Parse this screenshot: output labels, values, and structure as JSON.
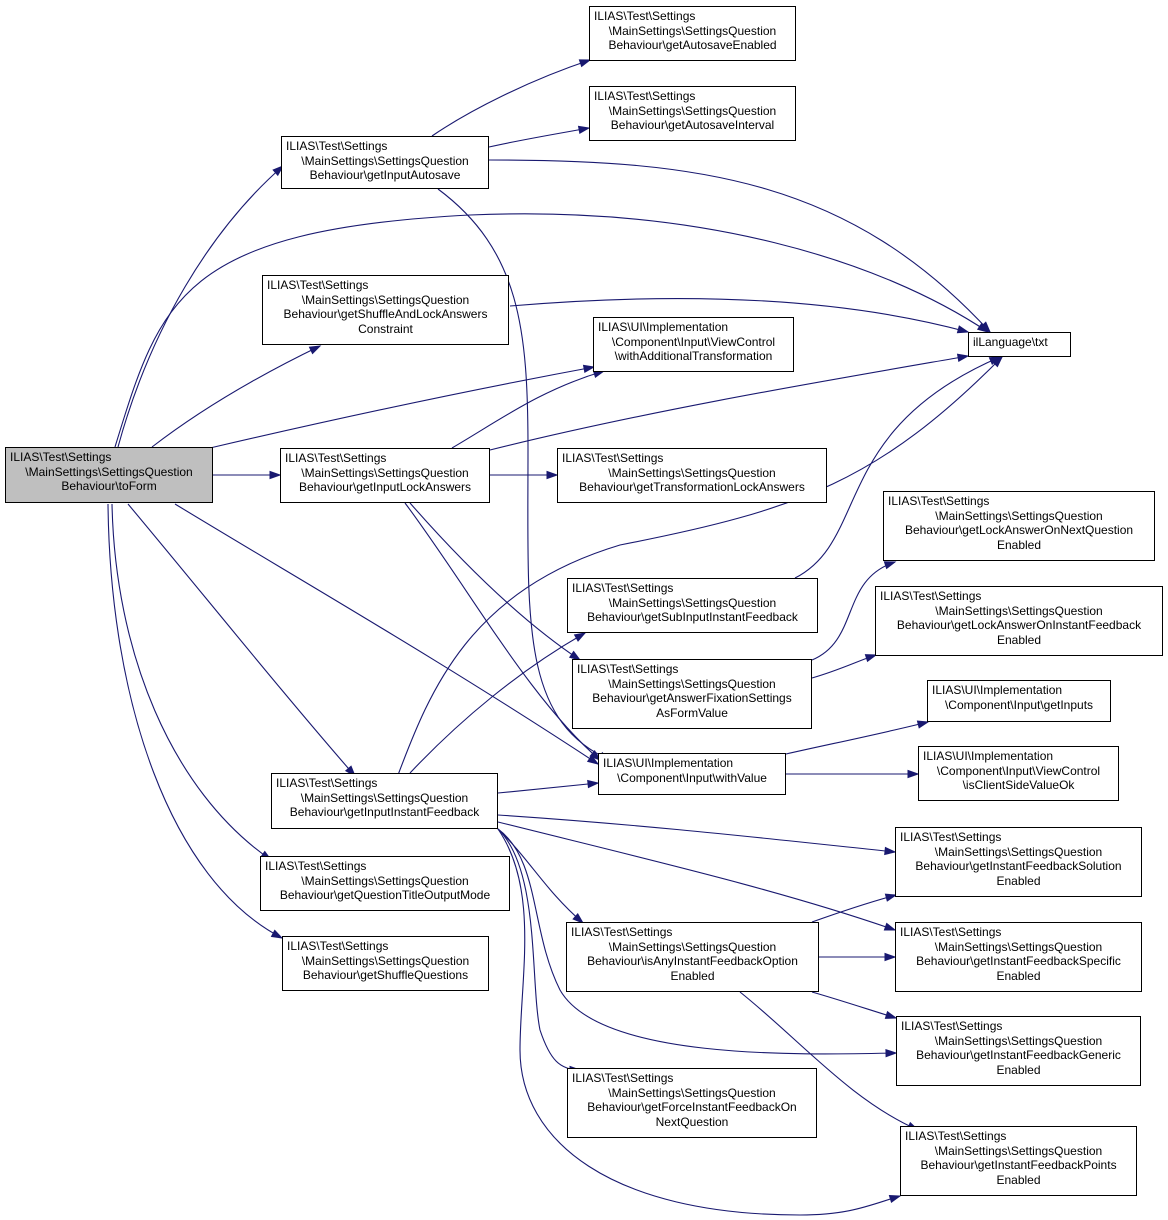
{
  "colors": {
    "edge": "#191970",
    "root_fill": "#bfbfbf",
    "node_fill": "#ffffff",
    "border": "#000000"
  },
  "nodes": [
    {
      "id": "toForm",
      "root": true,
      "lines": [
        "ILIAS\\Test\\Settings",
        "\\MainSettings\\SettingsQuestion",
        "Behaviour\\toForm"
      ]
    },
    {
      "id": "getInputAutosave",
      "lines": [
        "ILIAS\\Test\\Settings",
        "\\MainSettings\\SettingsQuestion",
        "Behaviour\\getInputAutosave"
      ]
    },
    {
      "id": "getAutosaveEnabled",
      "lines": [
        "ILIAS\\Test\\Settings",
        "\\MainSettings\\SettingsQuestion",
        "Behaviour\\getAutosaveEnabled"
      ]
    },
    {
      "id": "getAutosaveInterval",
      "lines": [
        "ILIAS\\Test\\Settings",
        "\\MainSettings\\SettingsQuestion",
        "Behaviour\\getAutosaveInterval"
      ]
    },
    {
      "id": "getShuffleAndLockAnswersConstraint",
      "lines": [
        "ILIAS\\Test\\Settings",
        "\\MainSettings\\SettingsQuestion",
        "Behaviour\\getShuffleAndLockAnswers",
        "Constraint"
      ]
    },
    {
      "id": "ilLanguageTxt",
      "lines": [
        "ilLanguage\\txt"
      ]
    },
    {
      "id": "withAdditionalTransformation",
      "lines": [
        "ILIAS\\UI\\Implementation",
        "\\Component\\Input\\ViewControl",
        "\\withAdditionalTransformation"
      ]
    },
    {
      "id": "getInputLockAnswers",
      "lines": [
        "ILIAS\\Test\\Settings",
        "\\MainSettings\\SettingsQuestion",
        "Behaviour\\getInputLockAnswers"
      ]
    },
    {
      "id": "getTransformationLockAnswers",
      "lines": [
        "ILIAS\\Test\\Settings",
        "\\MainSettings\\SettingsQuestion",
        "Behaviour\\getTransformationLockAnswers"
      ]
    },
    {
      "id": "getLockAnswerOnNextQuestionEnabled",
      "lines": [
        "ILIAS\\Test\\Settings",
        "\\MainSettings\\SettingsQuestion",
        "Behaviour\\getLockAnswerOnNextQuestion",
        "Enabled"
      ]
    },
    {
      "id": "getSubInputInstantFeedback",
      "lines": [
        "ILIAS\\Test\\Settings",
        "\\MainSettings\\SettingsQuestion",
        "Behaviour\\getSubInputInstantFeedback"
      ]
    },
    {
      "id": "getLockAnswerOnInstantFeedbackEnabled",
      "lines": [
        "ILIAS\\Test\\Settings",
        "\\MainSettings\\SettingsQuestion",
        "Behaviour\\getLockAnswerOnInstantFeedback",
        "Enabled"
      ]
    },
    {
      "id": "getAnswerFixationSettingsAsFormValue",
      "lines": [
        "ILIAS\\Test\\Settings",
        "\\MainSettings\\SettingsQuestion",
        "Behaviour\\getAnswerFixationSettings",
        "AsFormValue"
      ]
    },
    {
      "id": "getInputs",
      "lines": [
        "ILIAS\\UI\\Implementation",
        "\\Component\\Input\\getInputs"
      ]
    },
    {
      "id": "withValue",
      "lines": [
        "ILIAS\\UI\\Implementation",
        "\\Component\\Input\\withValue"
      ]
    },
    {
      "id": "isClientSideValueOk",
      "lines": [
        "ILIAS\\UI\\Implementation",
        "\\Component\\Input\\ViewControl",
        "\\isClientSideValueOk"
      ]
    },
    {
      "id": "getInputInstantFeedback",
      "lines": [
        "ILIAS\\Test\\Settings",
        "\\MainSettings\\SettingsQuestion",
        "Behaviour\\getInputInstantFeedback"
      ]
    },
    {
      "id": "getInstantFeedbackSolutionEnabled",
      "lines": [
        "ILIAS\\Test\\Settings",
        "\\MainSettings\\SettingsQuestion",
        "Behaviour\\getInstantFeedbackSolution",
        "Enabled"
      ]
    },
    {
      "id": "getQuestionTitleOutputMode",
      "lines": [
        "ILIAS\\Test\\Settings",
        "\\MainSettings\\SettingsQuestion",
        "Behaviour\\getQuestionTitleOutputMode"
      ]
    },
    {
      "id": "isAnyInstantFeedbackOptionEnabled",
      "lines": [
        "ILIAS\\Test\\Settings",
        "\\MainSettings\\SettingsQuestion",
        "Behaviour\\isAnyInstantFeedbackOption",
        "Enabled"
      ]
    },
    {
      "id": "getInstantFeedbackSpecificEnabled",
      "lines": [
        "ILIAS\\Test\\Settings",
        "\\MainSettings\\SettingsQuestion",
        "Behaviour\\getInstantFeedbackSpecific",
        "Enabled"
      ]
    },
    {
      "id": "getShuffleQuestions",
      "lines": [
        "ILIAS\\Test\\Settings",
        "\\MainSettings\\SettingsQuestion",
        "Behaviour\\getShuffleQuestions"
      ]
    },
    {
      "id": "getInstantFeedbackGenericEnabled",
      "lines": [
        "ILIAS\\Test\\Settings",
        "\\MainSettings\\SettingsQuestion",
        "Behaviour\\getInstantFeedbackGeneric",
        "Enabled"
      ]
    },
    {
      "id": "getForceInstantFeedbackOnNextQuestion",
      "lines": [
        "ILIAS\\Test\\Settings",
        "\\MainSettings\\SettingsQuestion",
        "Behaviour\\getForceInstantFeedbackOn",
        "NextQuestion"
      ]
    },
    {
      "id": "getInstantFeedbackPointsEnabled",
      "lines": [
        "ILIAS\\Test\\Settings",
        "\\MainSettings\\SettingsQuestion",
        "Behaviour\\getInstantFeedbackPoints",
        "Enabled"
      ]
    }
  ],
  "edges": [
    [
      "toForm",
      "getInputAutosave"
    ],
    [
      "toForm",
      "getShuffleAndLockAnswersConstraint"
    ],
    [
      "toForm",
      "withAdditionalTransformation"
    ],
    [
      "toForm",
      "ilLanguageTxt"
    ],
    [
      "toForm",
      "getInputLockAnswers"
    ],
    [
      "toForm",
      "withValue"
    ],
    [
      "toForm",
      "getInputInstantFeedback"
    ],
    [
      "toForm",
      "getQuestionTitleOutputMode"
    ],
    [
      "toForm",
      "getShuffleQuestions"
    ],
    [
      "getInputAutosave",
      "getAutosaveEnabled"
    ],
    [
      "getInputAutosave",
      "getAutosaveInterval"
    ],
    [
      "getInputAutosave",
      "ilLanguageTxt"
    ],
    [
      "getInputAutosave",
      "withValue"
    ],
    [
      "getShuffleAndLockAnswersConstraint",
      "ilLanguageTxt"
    ],
    [
      "getInputLockAnswers",
      "withAdditionalTransformation"
    ],
    [
      "getInputLockAnswers",
      "ilLanguageTxt"
    ],
    [
      "getInputLockAnswers",
      "getTransformationLockAnswers"
    ],
    [
      "getInputLockAnswers",
      "getAnswerFixationSettingsAsFormValue"
    ],
    [
      "getInputLockAnswers",
      "withValue"
    ],
    [
      "getSubInputInstantFeedback",
      "ilLanguageTxt"
    ],
    [
      "getAnswerFixationSettingsAsFormValue",
      "getLockAnswerOnNextQuestionEnabled"
    ],
    [
      "getAnswerFixationSettingsAsFormValue",
      "getLockAnswerOnInstantFeedbackEnabled"
    ],
    [
      "withValue",
      "getInputs"
    ],
    [
      "withValue",
      "isClientSideValueOk"
    ],
    [
      "getInputInstantFeedback",
      "ilLanguageTxt"
    ],
    [
      "getInputInstantFeedback",
      "getSubInputInstantFeedback"
    ],
    [
      "getInputInstantFeedback",
      "withValue"
    ],
    [
      "getInputInstantFeedback",
      "getInstantFeedbackSolutionEnabled"
    ],
    [
      "getInputInstantFeedback",
      "getInstantFeedbackSpecificEnabled"
    ],
    [
      "getInputInstantFeedback",
      "isAnyInstantFeedbackOptionEnabled"
    ],
    [
      "getInputInstantFeedback",
      "getInstantFeedbackGenericEnabled"
    ],
    [
      "getInputInstantFeedback",
      "getForceInstantFeedbackOnNextQuestion"
    ],
    [
      "getInputInstantFeedback",
      "getInstantFeedbackPointsEnabled"
    ],
    [
      "isAnyInstantFeedbackOptionEnabled",
      "getInstantFeedbackSolutionEnabled"
    ],
    [
      "isAnyInstantFeedbackOptionEnabled",
      "getInstantFeedbackSpecificEnabled"
    ],
    [
      "isAnyInstantFeedbackOptionEnabled",
      "getInstantFeedbackGenericEnabled"
    ],
    [
      "isAnyInstantFeedbackOptionEnabled",
      "getInstantFeedbackPointsEnabled"
    ]
  ]
}
